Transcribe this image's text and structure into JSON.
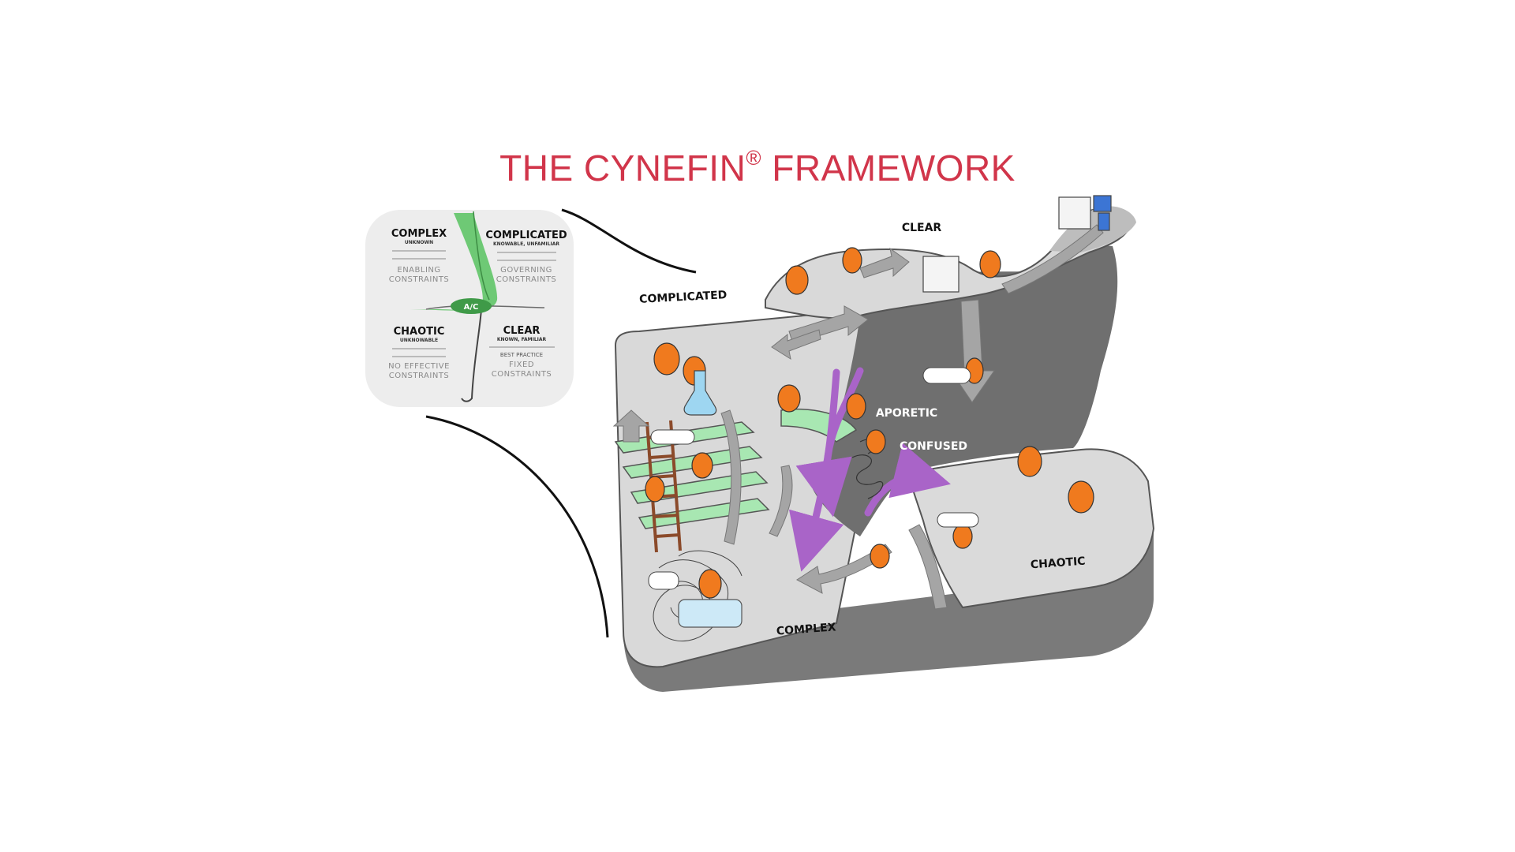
{
  "title": {
    "main": "THE CYNEFIN",
    "mark": "®",
    "rest": " FRAMEWORK",
    "color": "#d1354a"
  },
  "inset": {
    "complex": {
      "name": "COMPLEX",
      "sub": "UNKNOWN",
      "constraints_1": "ENABLING",
      "constraints_2": "CONSTRAINTS"
    },
    "complicated": {
      "name": "COMPLICATED",
      "sub": "KNOWABLE, UNFAMILIAR",
      "constraints_1": "GOVERNING",
      "constraints_2": "CONSTRAINTS"
    },
    "chaotic": {
      "name": "CHAOTIC",
      "sub": "UNKNOWABLE",
      "constraints_1": "NO EFFECTIVE",
      "constraints_2": "CONSTRAINTS"
    },
    "clear": {
      "name": "CLEAR",
      "sub": "KNOWN, FAMILIAR",
      "practice": "BEST PRACTICE",
      "constraints_1": "FIXED",
      "constraints_2": "CONSTRAINTS"
    },
    "center": "A/C",
    "accent": "#5fc467"
  },
  "labels": {
    "clear": "CLEAR",
    "complicated": "COMPLICATED",
    "aporetic": "APORETIC",
    "confused": "CONFUSED",
    "chaotic": "CHAOTIC",
    "complex": "COMPLEX"
  },
  "colors": {
    "plateau": "#dcdcdc",
    "cliff": "#6f6f6f",
    "purple": "#a964c8",
    "green": "#a8e7b2",
    "orange": "#f07a1e"
  }
}
